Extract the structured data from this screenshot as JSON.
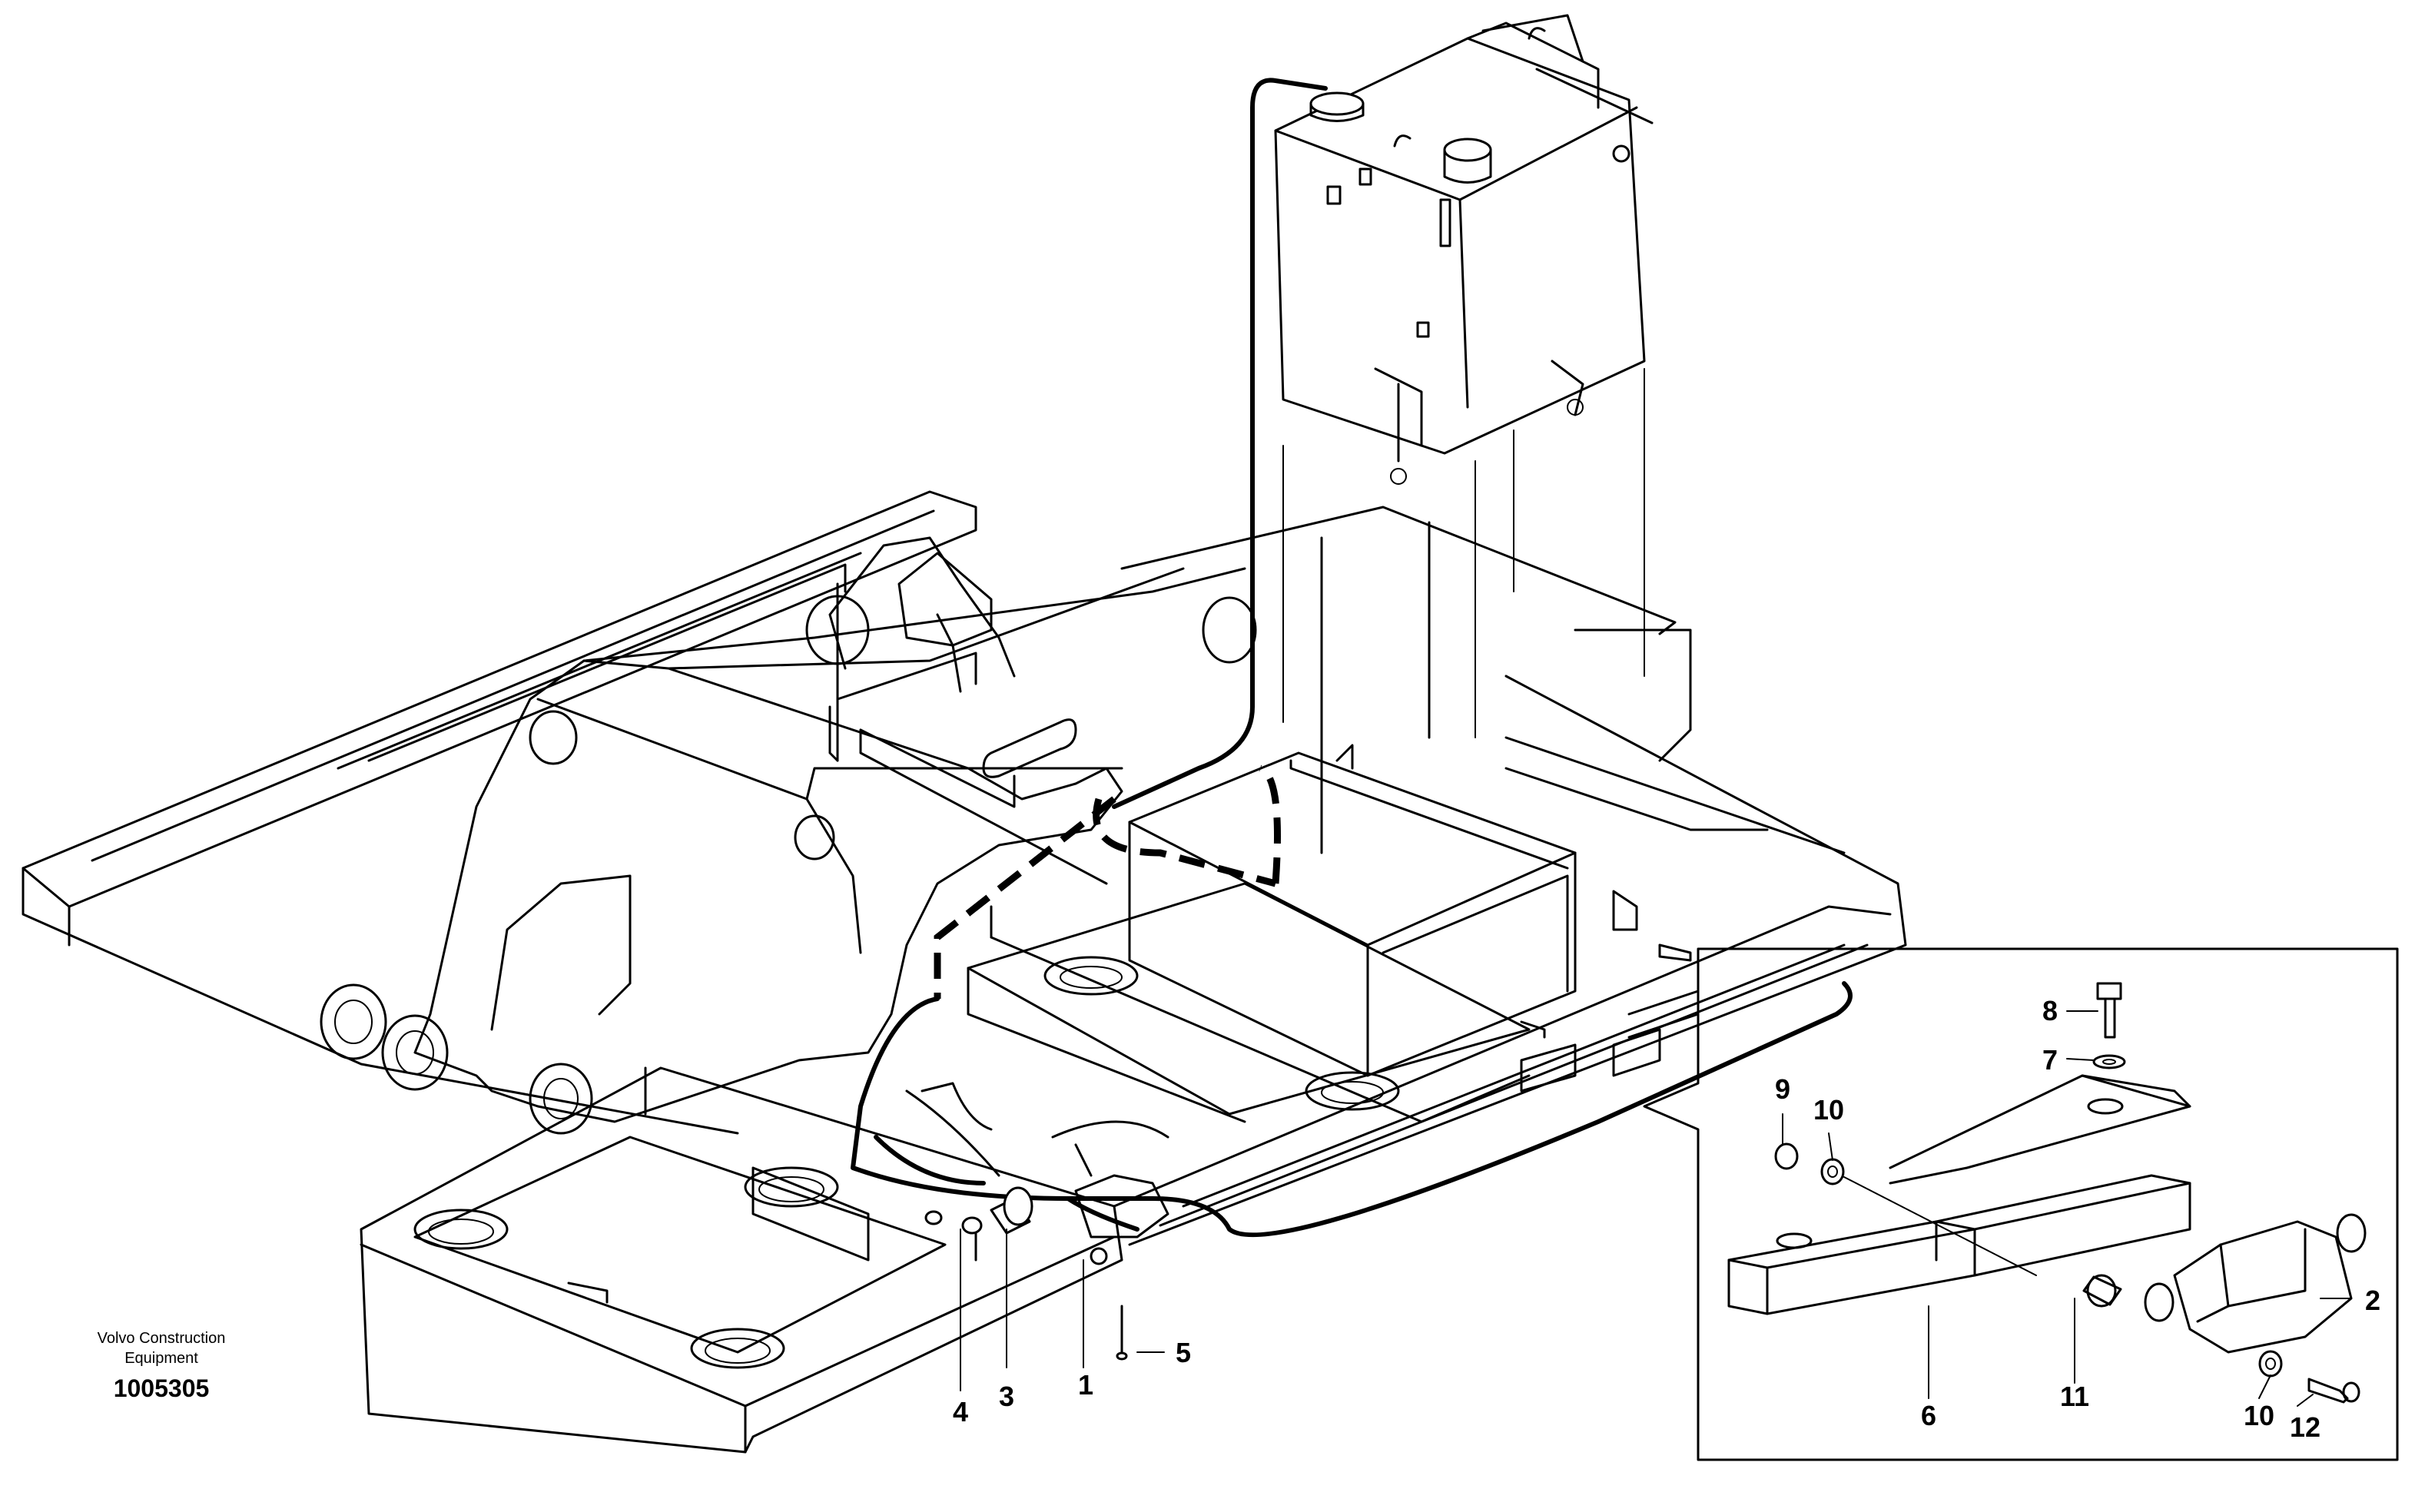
{
  "caption": {
    "line1": "Volvo Construction",
    "line2": "Equipment",
    "number": "1005305"
  },
  "callouts": {
    "c1": "1",
    "c2": "2",
    "c3": "3",
    "c4": "4",
    "c5": "5",
    "c6": "6",
    "c7": "7",
    "c8": "8",
    "c9": "9",
    "c10a": "10",
    "c10b": "10",
    "c11": "11",
    "c12": "12"
  }
}
